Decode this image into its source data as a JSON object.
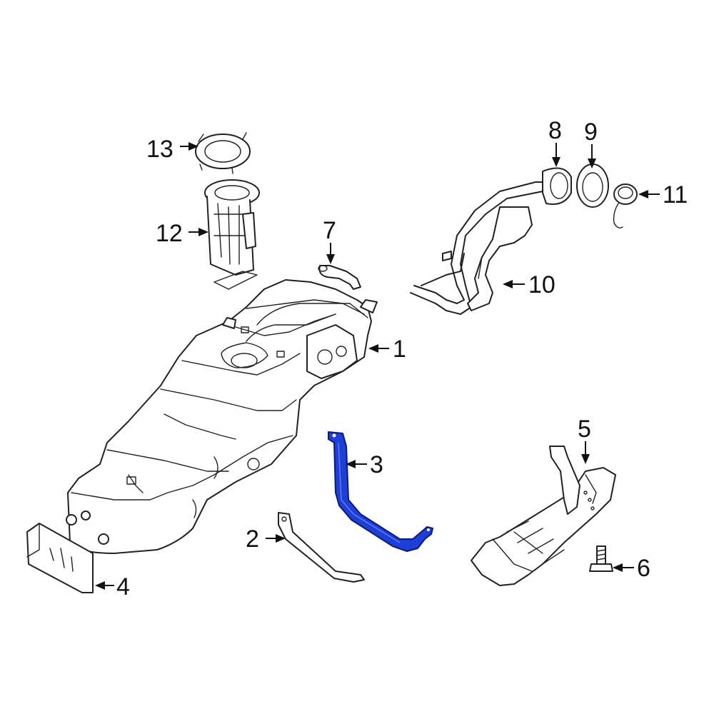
{
  "diagram": {
    "highlight_color": "#1e3fd6",
    "callouts": [
      {
        "id": "c1",
        "label": "1"
      },
      {
        "id": "c2",
        "label": "2"
      },
      {
        "id": "c3",
        "label": "3"
      },
      {
        "id": "c4",
        "label": "4"
      },
      {
        "id": "c5",
        "label": "5"
      },
      {
        "id": "c6",
        "label": "6"
      },
      {
        "id": "c7",
        "label": "7"
      },
      {
        "id": "c8",
        "label": "8"
      },
      {
        "id": "c9",
        "label": "9"
      },
      {
        "id": "c10",
        "label": "10"
      },
      {
        "id": "c11",
        "label": "11"
      },
      {
        "id": "c12",
        "label": "12"
      },
      {
        "id": "c13",
        "label": "13"
      }
    ],
    "highlighted_callout": "3"
  }
}
